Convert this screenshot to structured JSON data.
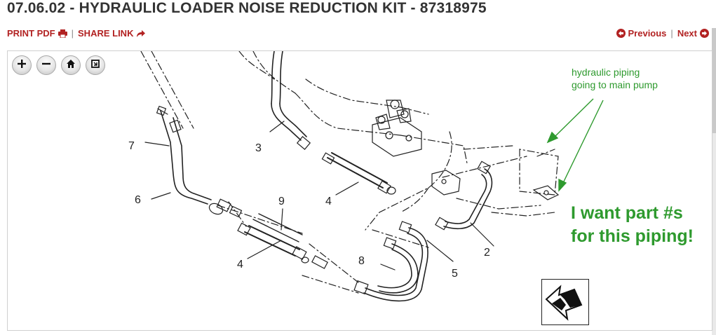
{
  "page": {
    "title": "07.06.02 - HYDRAULIC LOADER NOISE REDUCTION KIT - 87318975"
  },
  "toolbar": {
    "print_label": "PRINT PDF",
    "separator": "|",
    "share_label": "SHARE LINK",
    "previous_label": "Previous",
    "next_label": "Next"
  },
  "icons": {
    "print": "printer-icon",
    "share": "share-arrow-icon",
    "previous": "circle-arrow-left-icon",
    "next": "circle-arrow-right-icon",
    "zoom_in": "plus-icon",
    "zoom_out": "minus-icon",
    "home": "home-icon",
    "fit": "fit-screen-icon",
    "back_arrow": "return-arrow-icon"
  },
  "colors": {
    "title": "#333333",
    "link": "#b22222",
    "annotation": "#2e9a2e",
    "diagram_line": "#222222"
  },
  "diagram": {
    "callouts": [
      "2",
      "3",
      "4",
      "4",
      "5",
      "6",
      "7",
      "8",
      "9"
    ]
  },
  "annotations": {
    "small_line1": "hydraulic piping",
    "small_line2": "going to main pump",
    "big_line1": "I want part #s",
    "big_line2": "for this piping!"
  }
}
